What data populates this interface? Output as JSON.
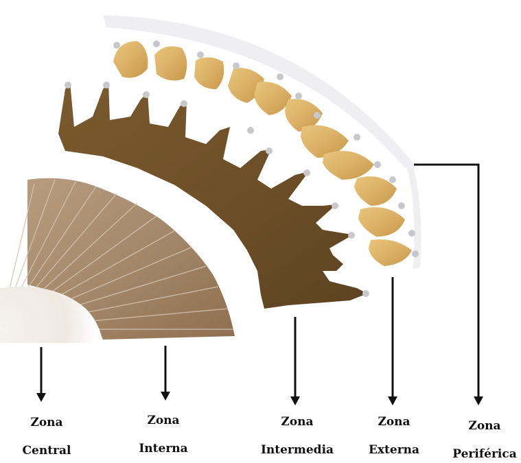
{
  "zones": [
    {
      "line1": "Zona",
      "line2": "Central"
    },
    {
      "line1": "Zona",
      "line2": "Interna"
    },
    {
      "line1": "Zona",
      "line2": "Intermedia"
    },
    {
      "line1": "Zona",
      "line2": "Externa"
    },
    {
      "line1": "Zona",
      "line2": "Periférica"
    }
  ],
  "colors": {
    "central_disc": "#f2eee9",
    "interna_fill": "#a88b6e",
    "intermedia_fill": "#7a5a2e",
    "externa_fill": "#d9b066",
    "perimeter_ring": "#e8e8ea",
    "arrow": "#111111"
  }
}
